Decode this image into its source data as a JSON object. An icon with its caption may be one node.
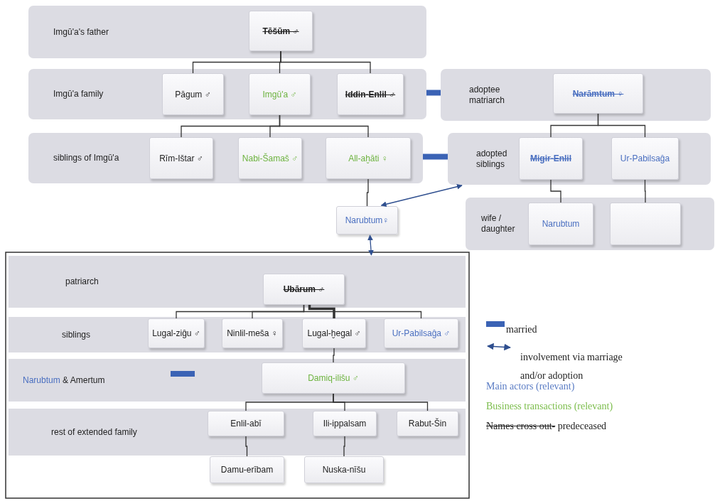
{
  "diagram": {
    "nodes": [
      {
        "text": [
          "Imgū'a's father"
        ]
      },
      {
        "text": [
          "Tēšūm ♂"
        ],
        "in": 0
      },
      {
        "text": [
          "Imgū'a family"
        ]
      },
      {
        "text": [
          "Pāgum ♂"
        ],
        "in": 2
      },
      {
        "text": [
          "Imgū'a ♂"
        ],
        "in": 2
      },
      {
        "text": [
          "Iddin-Enlil ♂"
        ],
        "in": 2
      },
      {
        "text": [
          "adoptee matriarch"
        ]
      },
      {
        "text": [
          "Narāmtum ♀"
        ],
        "in": 6
      },
      {
        "text": [
          "siblings of Imgū'a"
        ]
      },
      {
        "text": [
          "Rīm-Ištar ♂"
        ],
        "in": 8
      },
      {
        "text": [
          "Nabi-Šamaš ♂"
        ],
        "in": 8
      },
      {
        "text": [
          "All-aḫāti ♀"
        ],
        "in": 8
      },
      {
        "text": [
          "adopted siblings"
        ]
      },
      {
        "text": [
          "Migir-Enlil"
        ],
        "in": 12
      },
      {
        "text": [
          "Ur-Pabilsaĝa"
        ],
        "in": 12
      },
      {
        "text": [
          "wife / daughter"
        ]
      },
      {
        "text": [
          "Narubtum"
        ],
        "in": 15
      },
      {
        "text": [],
        "shape": "box",
        "in": 15
      },
      {
        "text": [
          "Narubtum♀"
        ]
      },
      {
        "text": [
          "patriarch"
        ]
      },
      {
        "text": [
          "Ubārum ♂"
        ],
        "in": 19
      },
      {
        "text": [
          "siblings"
        ]
      },
      {
        "text": [
          "Lugal-ziĝu ♂"
        ],
        "in": 21
      },
      {
        "text": [
          "Ninlil-meša ♀"
        ],
        "in": 21
      },
      {
        "text": [
          "Lugal-ḫegal ♂"
        ],
        "in": 21
      },
      {
        "text": [
          "Ur-Pabilsaĝa ♂"
        ],
        "in": 21
      },
      {
        "text": [
          "Narubtum",
          "& Amertum"
        ]
      },
      {
        "text": [
          "Damiq-ilišu ♂"
        ],
        "in": 26
      },
      {
        "text": [
          "rest of extended family"
        ]
      },
      {
        "text": [
          "Enlil-abī"
        ],
        "in": 28
      },
      {
        "text": [
          "Ili-ippalsam"
        ],
        "in": 28
      },
      {
        "text": [
          "Rabut-Šin"
        ],
        "in": 28
      },
      {
        "text": [
          "Damu-erībam"
        ]
      },
      {
        "text": [
          "Nuska-nīšu"
        ]
      }
    ],
    "edges": [
      {
        "from": 1,
        "to": 3,
        "arrow": "none"
      },
      {
        "from": 1,
        "to": 4,
        "arrow": "none"
      },
      {
        "from": 1,
        "to": 5,
        "arrow": "none"
      },
      {
        "from": 2,
        "to": 6,
        "arrow": "none",
        "style": "thick",
        "color": "#3b63b5"
      },
      {
        "from": 4,
        "to": 9,
        "arrow": "none"
      },
      {
        "from": 4,
        "to": 10,
        "arrow": "none"
      },
      {
        "from": 4,
        "to": 11,
        "arrow": "none"
      },
      {
        "from": 8,
        "to": 12,
        "arrow": "none",
        "style": "thick",
        "color": "#3b63b5"
      },
      {
        "from": 7,
        "to": 13,
        "arrow": "none"
      },
      {
        "from": 7,
        "to": 14,
        "arrow": "none"
      },
      {
        "from": 13,
        "to": 16,
        "arrow": "none"
      },
      {
        "from": 14,
        "to": 17,
        "arrow": "none"
      },
      {
        "from": 11,
        "to": 18,
        "arrow": "none"
      },
      {
        "from": 18,
        "to": 12,
        "arrow": "both",
        "color": "#2f4f8f"
      },
      {
        "from": 18,
        "to": 19,
        "arrow": "both",
        "color": "#2f4f8f"
      },
      {
        "from": 20,
        "to": 22,
        "arrow": "none"
      },
      {
        "from": 20,
        "to": 23,
        "arrow": "none"
      },
      {
        "from": 20,
        "to": 24,
        "arrow": "none",
        "style": "thick"
      },
      {
        "from": 20,
        "to": 25,
        "arrow": "none"
      },
      {
        "from": 24,
        "to": 27,
        "arrow": "none"
      },
      {
        "from": 27,
        "to": 29,
        "arrow": "none"
      },
      {
        "from": 27,
        "to": 30,
        "arrow": "none"
      },
      {
        "from": 27,
        "to": 31,
        "arrow": "none"
      },
      {
        "from": 29,
        "to": 32,
        "arrow": "none"
      },
      {
        "from": 30,
        "to": 33,
        "arrow": "none"
      }
    ],
    "legend": [
      {
        "text": "married",
        "color": "#3b63b5"
      },
      {
        "text": "involvement via marriage and/or adoption"
      },
      {
        "text": "Main actors (relevant)",
        "color": "#5a7cc4"
      },
      {
        "text": "Business transactions (relevant)",
        "color": "#7cbd4c"
      },
      {
        "text": "Names cross out- predeceased"
      }
    ]
  }
}
